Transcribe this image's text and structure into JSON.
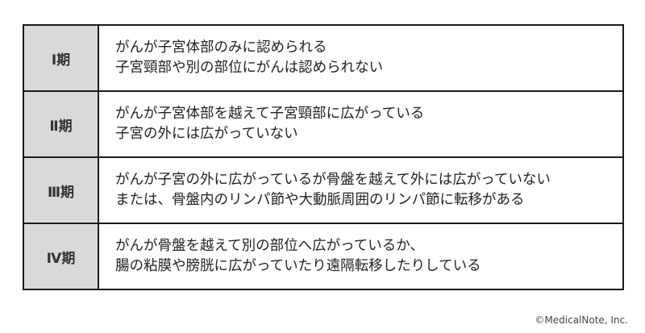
{
  "table": {
    "rows": [
      {
        "stage": "Ⅰ期",
        "lines": [
          "がんが子宮体部のみに認められる",
          "子宮頸部や別の部位にがんは認められない"
        ]
      },
      {
        "stage": "Ⅱ期",
        "lines": [
          "がんが子宮体部を越えて子宮頸部に広がっている",
          "子宮の外には広がっていない"
        ]
      },
      {
        "stage": "Ⅲ期",
        "lines": [
          "がんが子宮の外に広がっているが骨盤を越えて外には広がっていない",
          "または、骨盤内のリンパ節や大動脈周囲のリンパ節に転移がある"
        ]
      },
      {
        "stage": "Ⅳ期",
        "lines": [
          "がんが骨盤を越えて別の部位へ広がっているか、",
          "腸の粘膜や膀胱に広がっていたり遠隔転移したりしている"
        ]
      }
    ]
  },
  "footer": {
    "copyright": "©MedicalNote, Inc."
  },
  "colors": {
    "label_bg": "#d9d9d9",
    "border": "#1a1a1a"
  }
}
